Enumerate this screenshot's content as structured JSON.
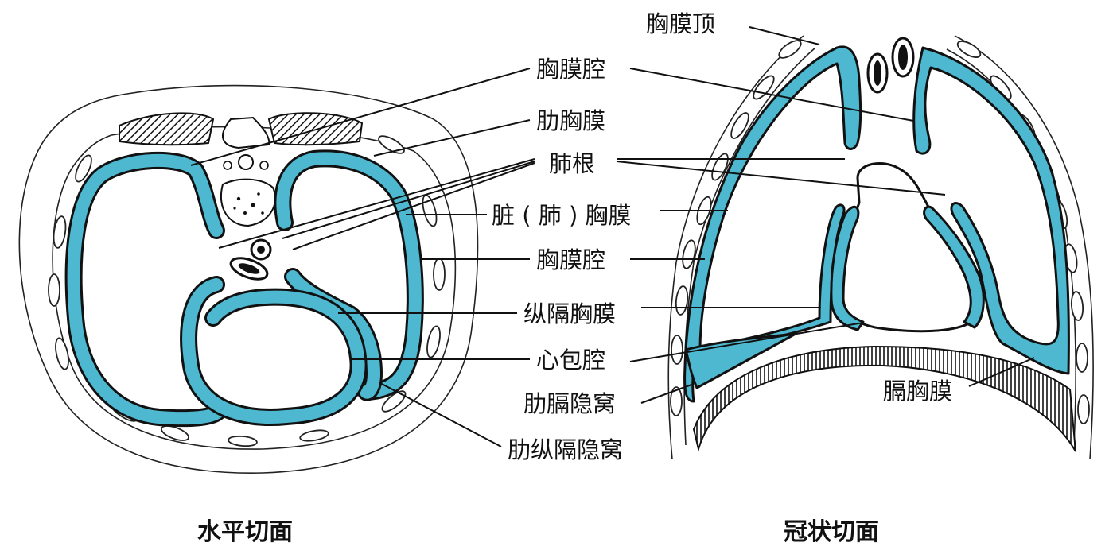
{
  "colors": {
    "pleura_fill": "#4db8cf",
    "outline": "#111111",
    "background": "#ffffff"
  },
  "labels": {
    "pleural_cupula": "胸膜顶",
    "pleural_cavity_top": "胸膜腔",
    "costal_pleura": "肋胸膜",
    "lung_root": "肺根",
    "visceral_pleura": "脏 ( 肺 ) 胸膜",
    "pleural_cavity_mid": "胸膜腔",
    "mediastinal_pleura": "纵隔胸膜",
    "pericardial_cavity": "心包腔",
    "costodiaphragmatic_recess": "肋膈隐窝",
    "diaphragmatic_pleura": "膈胸膜",
    "costomediastinal_recess": "肋纵隔隐窝"
  },
  "captions": {
    "horizontal_section": "水平切面",
    "coronal_section": "冠状切面"
  }
}
